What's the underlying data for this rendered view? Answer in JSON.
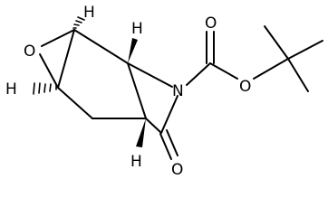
{
  "molecule": {
    "atoms": {
      "epoxide_oxygen": "O",
      "amide_nitrogen": "N",
      "carbamate_carbonyl_oxygen": "O",
      "carbamate_ester_oxygen": "O",
      "lactam_carbonyl_oxygen": "O",
      "h_epoxide_top": "H",
      "h_epoxide_left": "H",
      "h_bridgehead_top": "H",
      "h_bridgehead_bottom": "H"
    }
  }
}
